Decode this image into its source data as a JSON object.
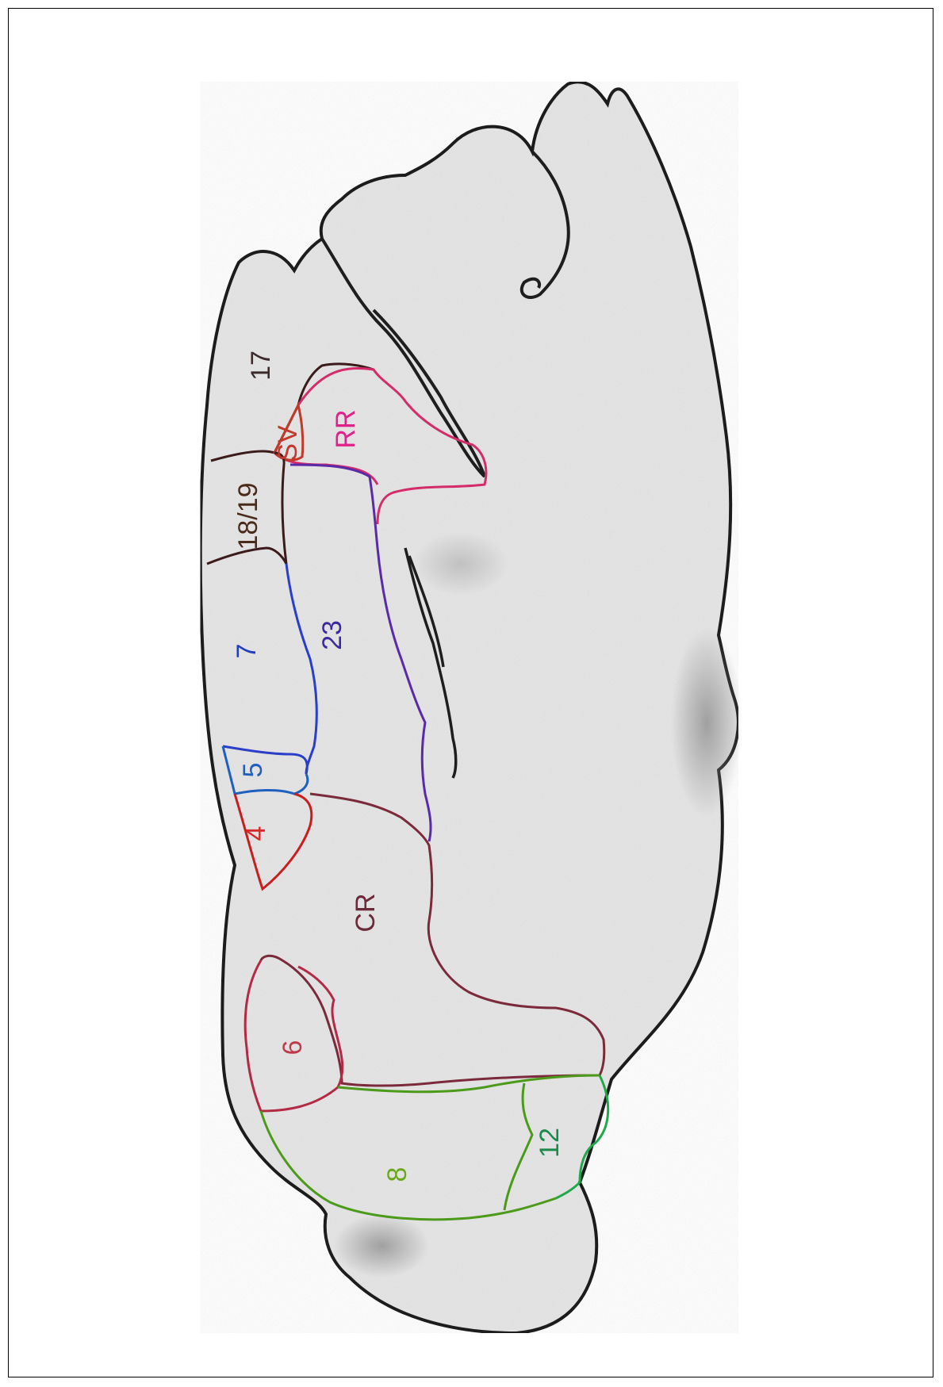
{
  "diagram": {
    "regions": [
      {
        "id": "17",
        "label": "17",
        "color": "#3a2a2a"
      },
      {
        "id": "sv",
        "label": "SV",
        "color": "#c0392b"
      },
      {
        "id": "rr",
        "label": "RR",
        "color": "#e0218a"
      },
      {
        "id": "18-19",
        "label": "18/19",
        "color": "#4a2a1a"
      },
      {
        "id": "23",
        "label": "23",
        "color": "#3b2a9c"
      },
      {
        "id": "7",
        "label": "7",
        "color": "#1f3fbf"
      },
      {
        "id": "5",
        "label": "5",
        "color": "#1f5fbf"
      },
      {
        "id": "4",
        "label": "4",
        "color": "#d42a2a"
      },
      {
        "id": "cr",
        "label": "CR",
        "color": "#6a2a3a"
      },
      {
        "id": "6",
        "label": "6",
        "color": "#c0394a"
      },
      {
        "id": "8",
        "label": "8",
        "color": "#6aa81a"
      },
      {
        "id": "12",
        "label": "12",
        "color": "#1a8a4a"
      }
    ],
    "colors": {
      "brain_fill": "#e6e6e6",
      "brain_outline": "#1e1e1e",
      "shading": "#9a9a9a"
    }
  }
}
